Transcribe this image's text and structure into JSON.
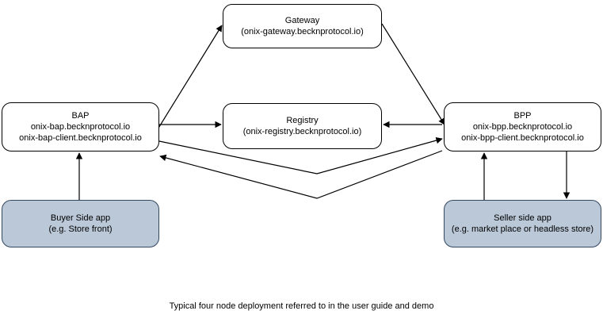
{
  "diagram": {
    "caption": "Typical four node deployment referred to in the user guide and demo",
    "colors": {
      "node_fill_white": "#ffffff",
      "node_fill_blue": "#bac8d8",
      "node_stroke_black": "#000000",
      "node_stroke_blue": "#33475e",
      "edge_stroke": "#000000"
    },
    "nodes": {
      "gateway": {
        "title": "Gateway",
        "subtitle": "(onix-gateway.becknprotocol.io)"
      },
      "bap": {
        "title": "BAP",
        "line2": "onix-bap.becknprotocol.io",
        "line3": "onix-bap-client.becknprotocol.io"
      },
      "registry": {
        "title": "Registry",
        "subtitle": "(onix-registry.becknprotocol.io)"
      },
      "bpp": {
        "title": "BPP",
        "line2": "onix-bpp.becknprotocol.io",
        "line3": "onix-bpp-client.becknprotocol.io"
      },
      "buyer_app": {
        "title": "Buyer Side app",
        "subtitle": "(e.g. Store front)"
      },
      "seller_app": {
        "title": "Seller side app",
        "subtitle": "(e.g. market place or headless store)"
      }
    },
    "edges": [
      {
        "id": "bap-to-gateway",
        "from": "bap",
        "to": "gateway",
        "direction": "one-way"
      },
      {
        "id": "gateway-to-bpp",
        "from": "gateway",
        "to": "bpp",
        "direction": "one-way"
      },
      {
        "id": "bap-to-registry",
        "from": "bap",
        "to": "registry",
        "direction": "one-way"
      },
      {
        "id": "bpp-to-registry",
        "from": "bpp",
        "to": "registry",
        "direction": "one-way"
      },
      {
        "id": "bap-to-bpp",
        "from": "bap",
        "to": "bpp",
        "direction": "one-way"
      },
      {
        "id": "bpp-to-bap",
        "from": "bpp",
        "to": "bap",
        "direction": "one-way"
      },
      {
        "id": "buyer-app-to-bap",
        "from": "buyer_app",
        "to": "bap",
        "direction": "one-way"
      },
      {
        "id": "seller-app-to-bpp",
        "from": "seller_app",
        "to": "bpp",
        "direction": "one-way"
      },
      {
        "id": "bpp-to-seller-app",
        "from": "bpp",
        "to": "seller_app",
        "direction": "one-way"
      }
    ]
  }
}
